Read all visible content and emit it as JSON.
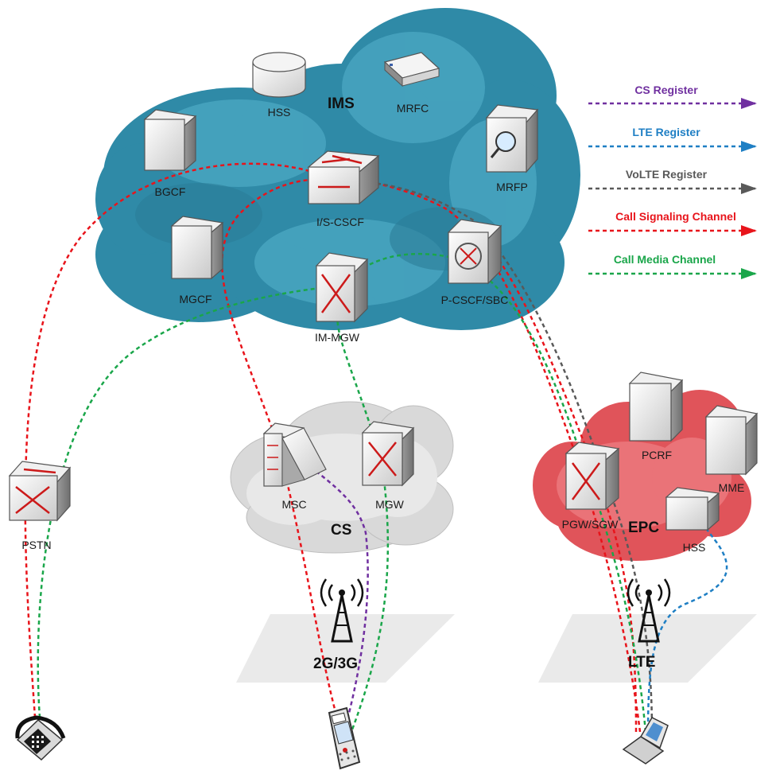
{
  "clouds": {
    "ims": "IMS",
    "cs": "CS",
    "epc": "EPC"
  },
  "nodes": {
    "hss_ims": "HSS",
    "mrfc": "MRFC",
    "mrfp": "MRFP",
    "bgcf": "BGCF",
    "iscscf": "I/S-CSCF",
    "mgcf": "MGCF",
    "pcscf": "P-CSCF/SBC",
    "immgw": "IM-MGW",
    "msc": "MSC",
    "mgw": "MGW",
    "pcrf": "PCRF",
    "mme": "MME",
    "pgw": "PGW/SGW",
    "hss_epc": "HSS",
    "pstn": "PSTN"
  },
  "access": {
    "ran_2g3g": "2G/3G",
    "ran_lte": "LTE"
  },
  "legend": [
    {
      "label": "CS Register",
      "color": "#7030a0"
    },
    {
      "label": "LTE Register",
      "color": "#1f7fc4"
    },
    {
      "label": "VoLTE Register",
      "color": "#595959"
    },
    {
      "label": "Call Signaling Channel",
      "color": "#e8141b"
    },
    {
      "label": "Call Media Channel",
      "color": "#1aa64a"
    }
  ],
  "icons": [
    "database-icon",
    "server-icon",
    "router-icon",
    "switch-icon",
    "antenna-tower-icon",
    "desk-phone-icon",
    "mobile-phone-icon",
    "flip-phone-icon"
  ]
}
